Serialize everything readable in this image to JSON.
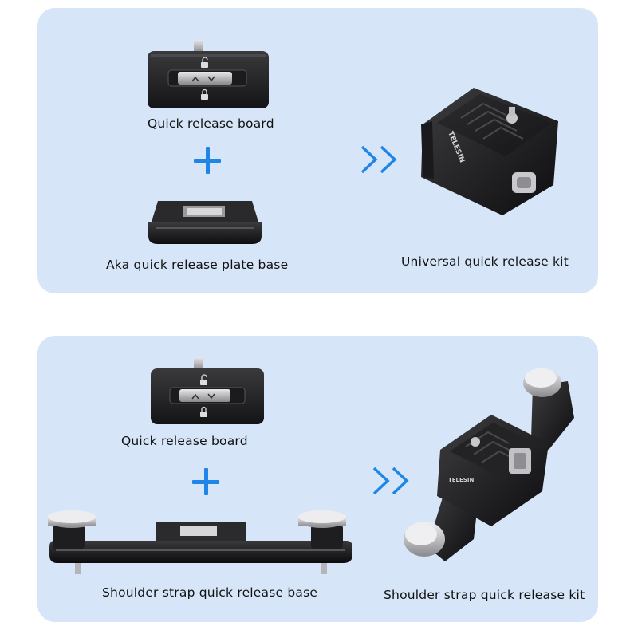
{
  "top_panel": {
    "item1_caption": "Quick release board",
    "item2_caption": "Aka quick release plate base",
    "result_caption": "Universal quick release kit",
    "brand_text": "TELESIN"
  },
  "bottom_panel": {
    "item1_caption": "Quick release board",
    "item2_caption": "Shoulder strap quick release base",
    "result_caption": "Shoulder strap quick release kit",
    "brand_text": "TELESIN"
  },
  "colors": {
    "panel_bg": "#d6e6f8",
    "accent_blue": "#1f86e8"
  },
  "icons": [
    "plus-icon",
    "double-chevron-right-icon",
    "lock-icon",
    "unlock-icon"
  ]
}
